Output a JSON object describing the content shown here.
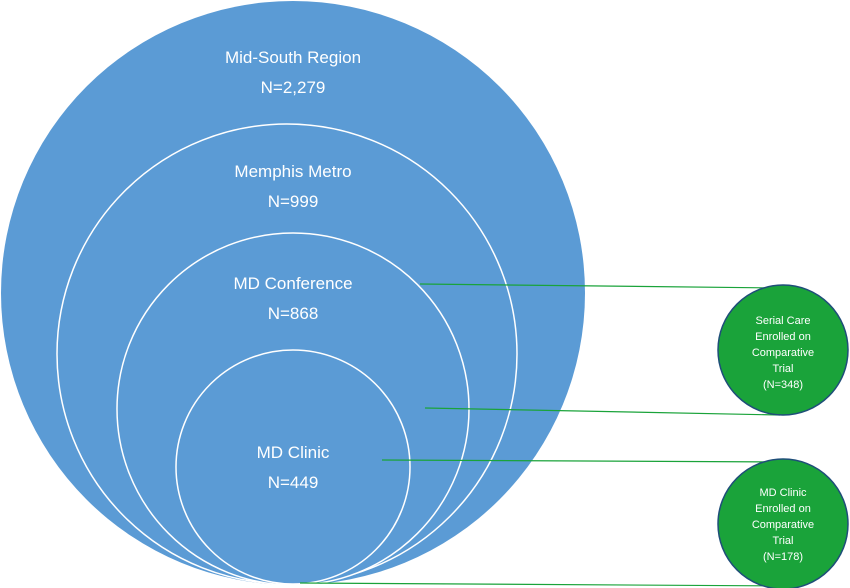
{
  "colors": {
    "circle_fill": "#5b9bd5",
    "circle_stroke": "#ffffff",
    "green_fill": "#1aa33a",
    "green_stroke": "#1f4e79",
    "connector": "#1aa33a"
  },
  "circles": [
    {
      "name": "Mid-South Region",
      "count": "N=2,279"
    },
    {
      "name": "Memphis Metro",
      "count": "N=999"
    },
    {
      "name": "MD Conference",
      "count": "N=868"
    },
    {
      "name": "MD Clinic",
      "count": "N=449"
    }
  ],
  "side": [
    {
      "lines": [
        "Serial Care",
        "Enrolled on",
        "Comparative",
        "Trial",
        "(N=348)"
      ]
    },
    {
      "lines": [
        "MD Clinic",
        "Enrolled on",
        "Comparative",
        "Trial",
        "(N=178)"
      ]
    }
  ]
}
